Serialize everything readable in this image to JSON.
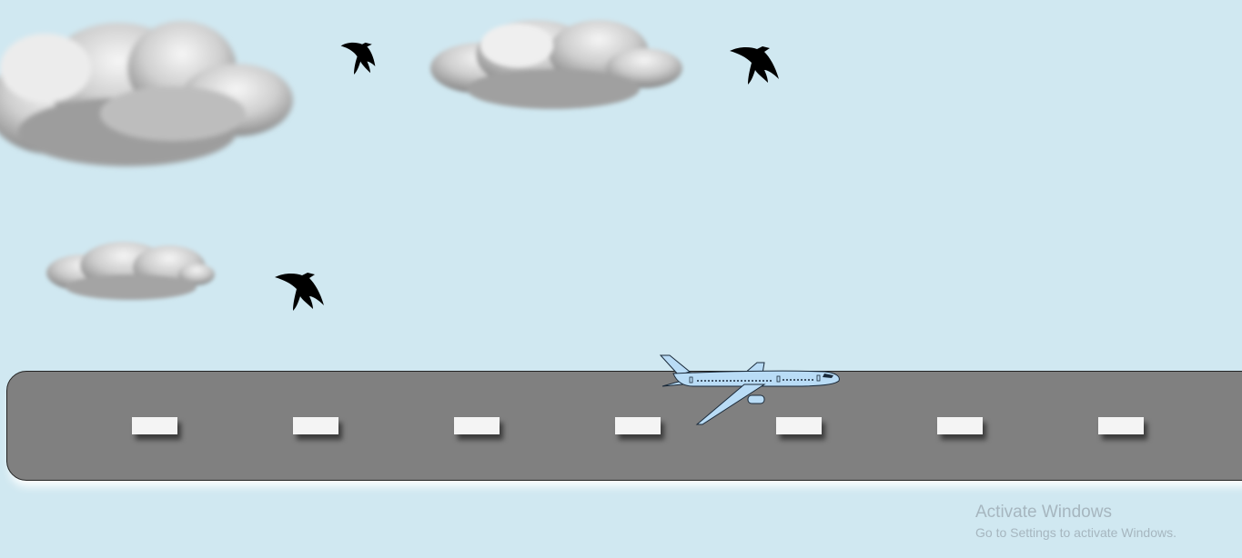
{
  "scene": {
    "sky_color": "#d0e8f1",
    "runway_color": "#808080",
    "marking_color": "#f4f4f4",
    "plane_color": "#b9dcf6"
  },
  "sprites": {
    "clouds": [
      "cloud",
      "cloud",
      "cloud"
    ],
    "birds": [
      "crow-icon",
      "crow-icon",
      "crow-icon"
    ],
    "player": "airplane-icon",
    "runway_markings": 7
  },
  "watermark": {
    "title": "Activate Windows",
    "subtitle": "Go to Settings to activate Windows."
  }
}
